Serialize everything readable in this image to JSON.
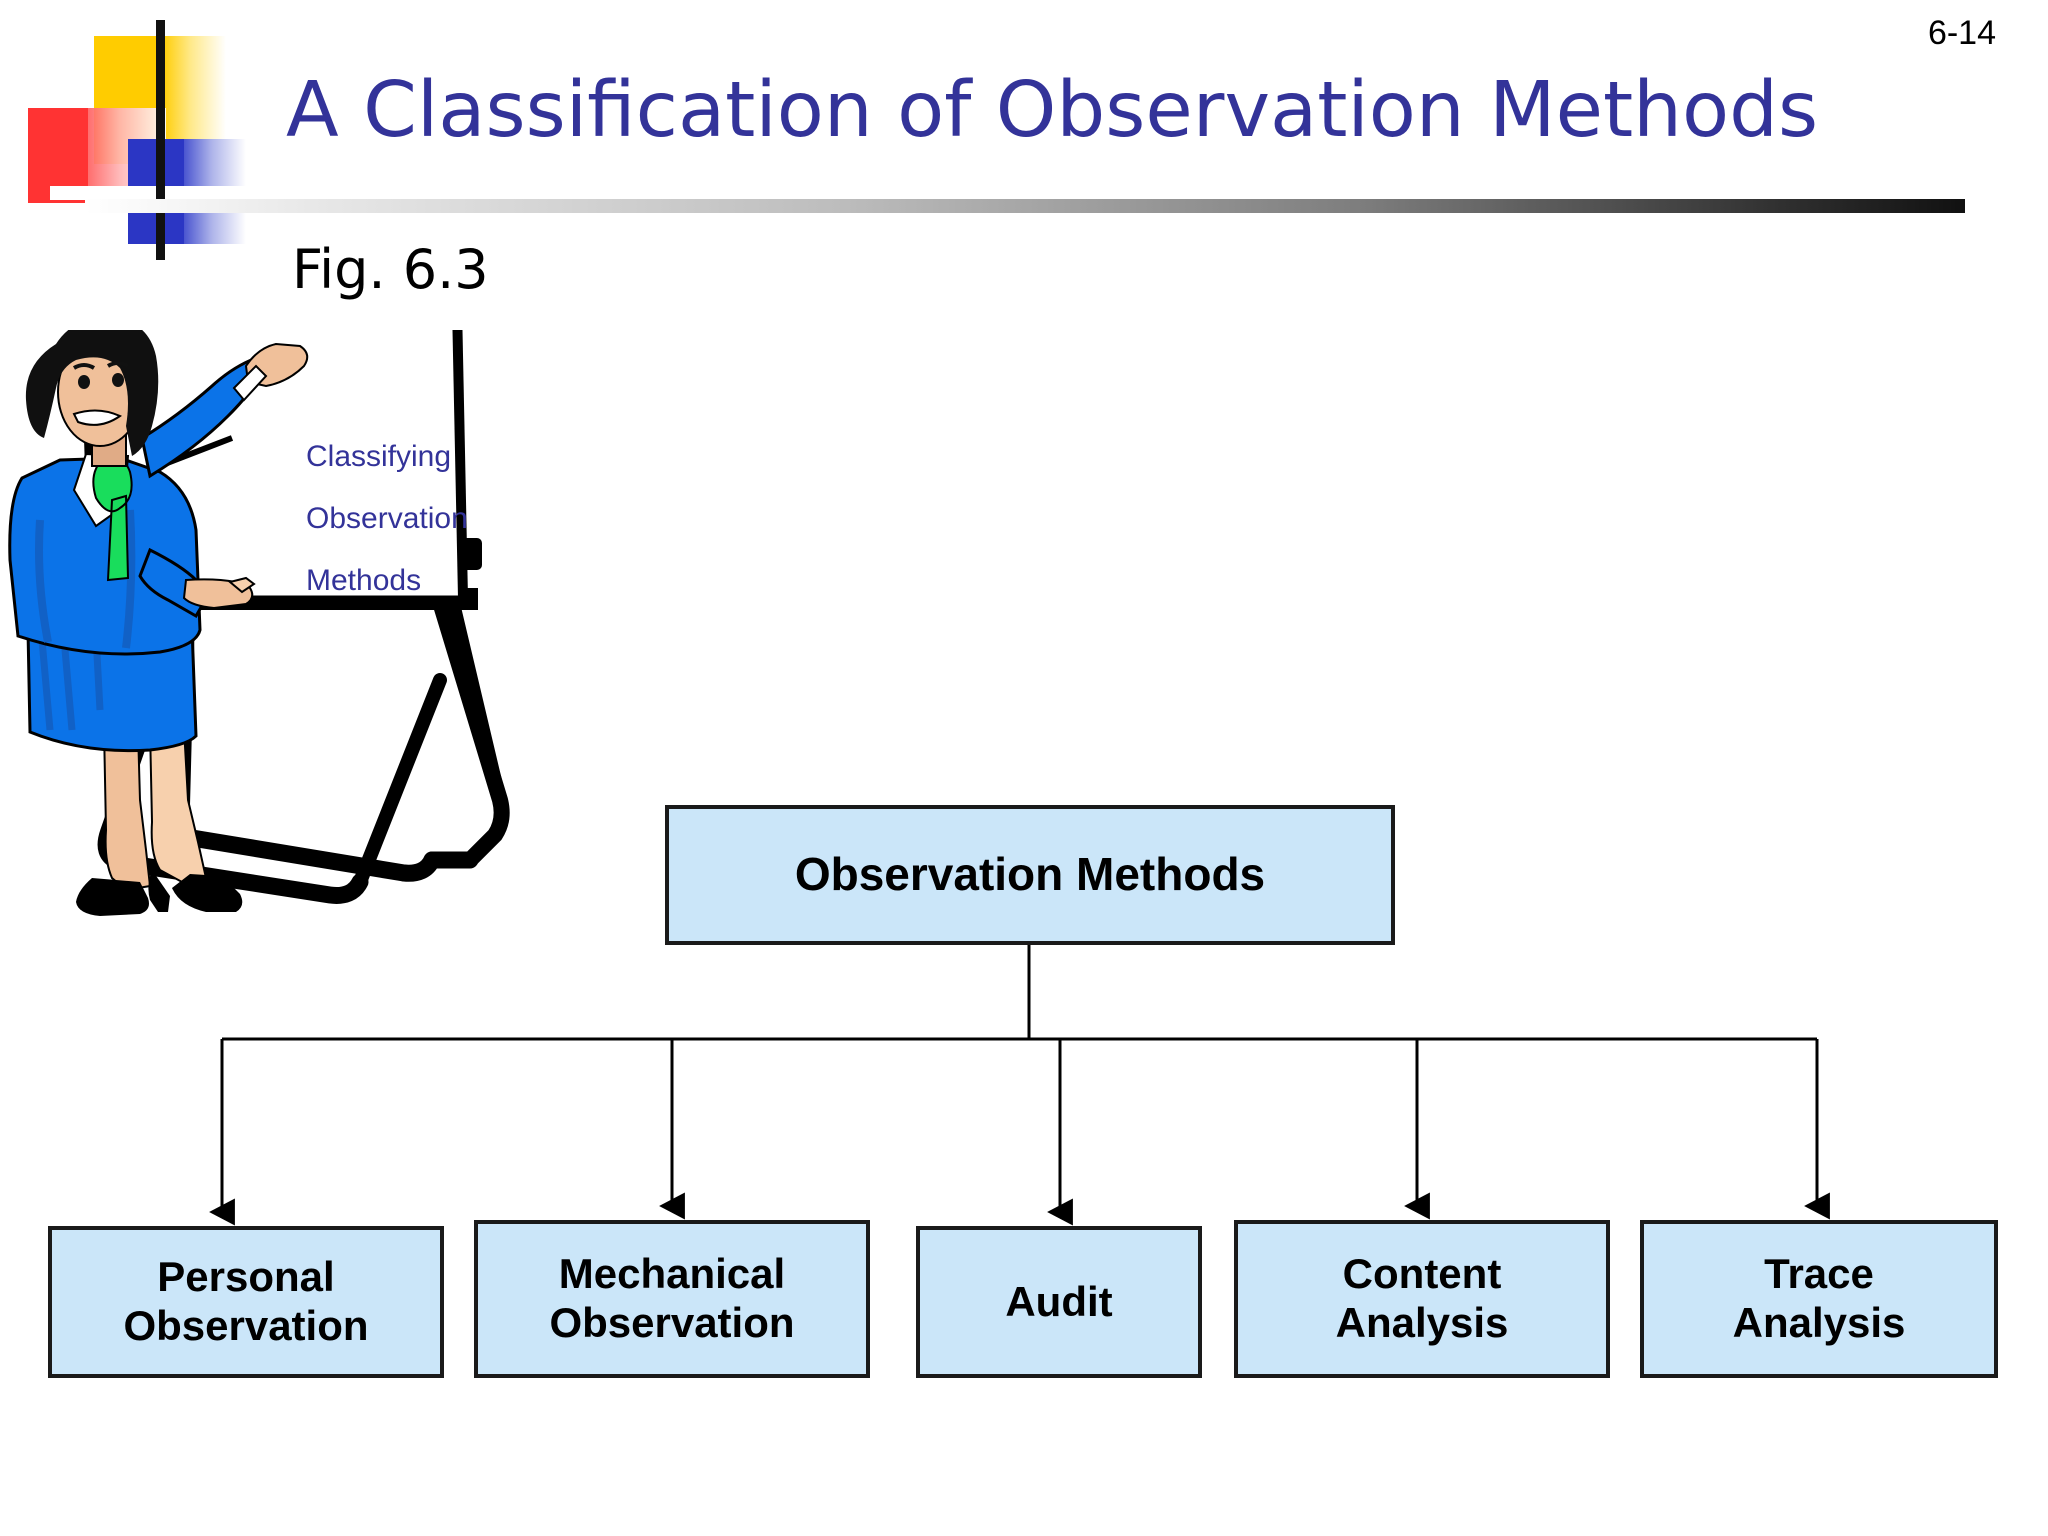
{
  "slide": {
    "number": "6-14",
    "title": "A Classification of Observation Methods",
    "figure_caption": "Fig. 6.3",
    "title_color": "#333399",
    "node_fill_color": "#cbe6f9",
    "node_border_color": "#1a1a1a"
  },
  "clipart": {
    "name": "woman-presenter-at-flipchart",
    "flipchart_lines": [
      "Classifying",
      "Observation",
      "Methods"
    ],
    "flipchart_text_color": "#333399",
    "suit_color": "#0b73e8",
    "scarf_color": "#19dd5c",
    "hair_color": "#101010",
    "skin_color": "#f0c09a"
  },
  "diagram": {
    "type": "hierarchy",
    "root": {
      "label": "Observation Methods"
    },
    "children": [
      {
        "label": "Personal\nObservation",
        "line1": "Personal",
        "line2": "Observation"
      },
      {
        "label": "Mechanical\nObservation",
        "line1": "Mechanical",
        "line2": "Observation"
      },
      {
        "label": "Audit",
        "line1": "Audit",
        "line2": ""
      },
      {
        "label": "Content\nAnalysis",
        "line1": "Content",
        "line2": "Analysis"
      },
      {
        "label": "Trace\nAnalysis",
        "line1": "Trace",
        "line2": "Analysis"
      }
    ]
  }
}
